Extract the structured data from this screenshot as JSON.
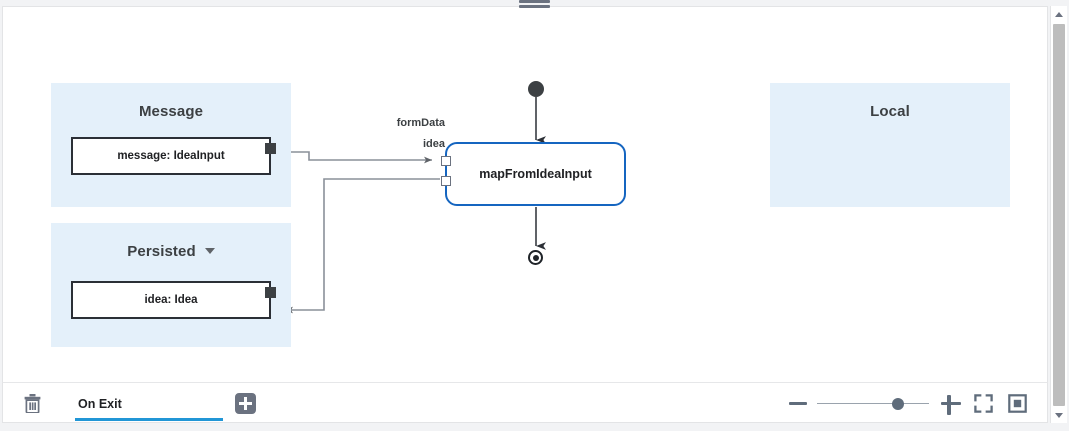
{
  "app": {
    "drag_handle": "panel-drag-handle"
  },
  "diagram": {
    "scopes": [
      {
        "id": "message",
        "title": "Message",
        "has_caret": false,
        "variables": [
          {
            "label": "message: IdeaInput"
          }
        ]
      },
      {
        "id": "persisted",
        "title": "Persisted",
        "has_caret": true,
        "variables": [
          {
            "label": "idea: Idea"
          }
        ]
      },
      {
        "id": "local",
        "title": "Local",
        "has_caret": false,
        "variables": []
      }
    ],
    "activity": {
      "label": "mapFromIdeaInput",
      "accent_color": "#1565c0",
      "input_ports": [
        {
          "name": "formData",
          "label": "formData"
        },
        {
          "name": "idea",
          "label": "idea"
        }
      ]
    },
    "nodes": {
      "start_label": "start-node",
      "end_label": "end-node"
    }
  },
  "toolbar": {
    "delete_icon": "trash-icon",
    "tab_label": "On Exit",
    "add_label": "add-tab-button",
    "underline_color": "#2196d6",
    "zoom": {
      "minus_label": "zoom-out",
      "plus_label": "zoom-in",
      "slider_value": 72,
      "fit_label": "fit-to-screen",
      "reset_label": "actual-size"
    }
  },
  "scrollbar": {
    "up_label": "scroll-up",
    "down_label": "scroll-down",
    "thumb_label": "scroll-thumb"
  }
}
